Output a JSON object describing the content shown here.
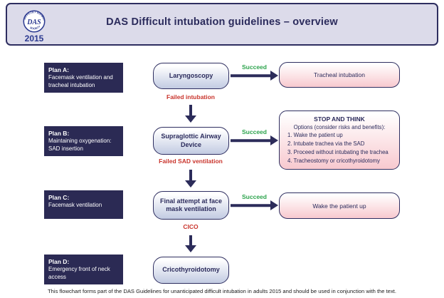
{
  "header": {
    "title": "DAS Difficult intubation guidelines – overview",
    "logo": {
      "acronym": "DAS",
      "arc_top": "DIFFICULT AIRWAY",
      "arc_bottom": "SOCIETY",
      "year": "2015"
    }
  },
  "plans": [
    {
      "label": "Plan A:",
      "description": "Facemask ventilation and tracheal intubation"
    },
    {
      "label": "Plan B:",
      "description": "Maintaining oxygenation: SAD insertion"
    },
    {
      "label": "Plan C:",
      "description": "Facemask ventilation"
    },
    {
      "label": "Plan D:",
      "description": "Emergency front of neck access"
    }
  ],
  "nodes": {
    "laryngoscopy": "Laryngoscopy",
    "sad": "Supraglottic Airway Device",
    "final_attempt": "Final attempt at face mask ventilation",
    "cricothyroidotomy": "Cricothyroidotomy"
  },
  "outcomes": {
    "tracheal_intubation": "Tracheal intubation",
    "wake_up": "Wake the patient up"
  },
  "stop_box": {
    "title": "STOP AND THINK",
    "subtitle": "Options (consider risks and benefits):",
    "options": [
      "1. Wake the patient up",
      "2. Intubate trachea via the SAD",
      "3. Proceed without intubating the trachea",
      "4. Tracheostomy or cricothyroidotomy"
    ]
  },
  "edges": {
    "succeed_label": "Succeed",
    "failed_intubation": "Failed intubation",
    "failed_sad": "Failed SAD ventilation",
    "cico": "CICO"
  },
  "footer": {
    "text": "This flowchart forms part of the DAS Guidelines for unanticipated difficult intubation in adults 2015 and should be used in conjunction with the text."
  },
  "colors": {
    "navy": "#2c2c5a",
    "header_bg": "#dcdbea",
    "blue_node_gradient_end": "#c2cbe2",
    "pink_outcome_gradient_end": "#f8c9cf",
    "succeed_green": "#2ea44e",
    "fail_red": "#c9342c"
  }
}
